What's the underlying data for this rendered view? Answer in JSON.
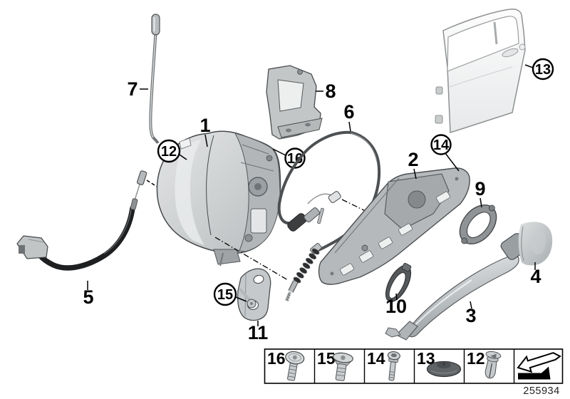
{
  "doc_number": "255934",
  "colors": {
    "background": "#ffffff",
    "line": "#000000",
    "part_gray": "#c8cbcd",
    "dark_gray": "#55585a"
  },
  "callouts": {
    "plain": {
      "p1": "1",
      "p2": "2",
      "p3": "3",
      "p4": "4",
      "p5": "5",
      "p6": "6",
      "p7": "7",
      "p8": "8",
      "p9": "9",
      "p10": "10",
      "p11": "11"
    },
    "circled": {
      "c12": "12",
      "c13": "13",
      "c14": "14",
      "c15": "15",
      "c16": "16"
    }
  },
  "legend": {
    "items": [
      {
        "number": "16",
        "icon": "pan-head-screw-icon"
      },
      {
        "number": "15",
        "icon": "countersunk-screw-icon"
      },
      {
        "number": "14",
        "icon": "socket-head-screw-icon"
      },
      {
        "number": "13",
        "icon": "blind-plug-icon"
      },
      {
        "number": "12",
        "icon": "expanding-rivet-icon"
      },
      {
        "number": "",
        "icon": "installation-direction-arrow-icon"
      }
    ]
  }
}
